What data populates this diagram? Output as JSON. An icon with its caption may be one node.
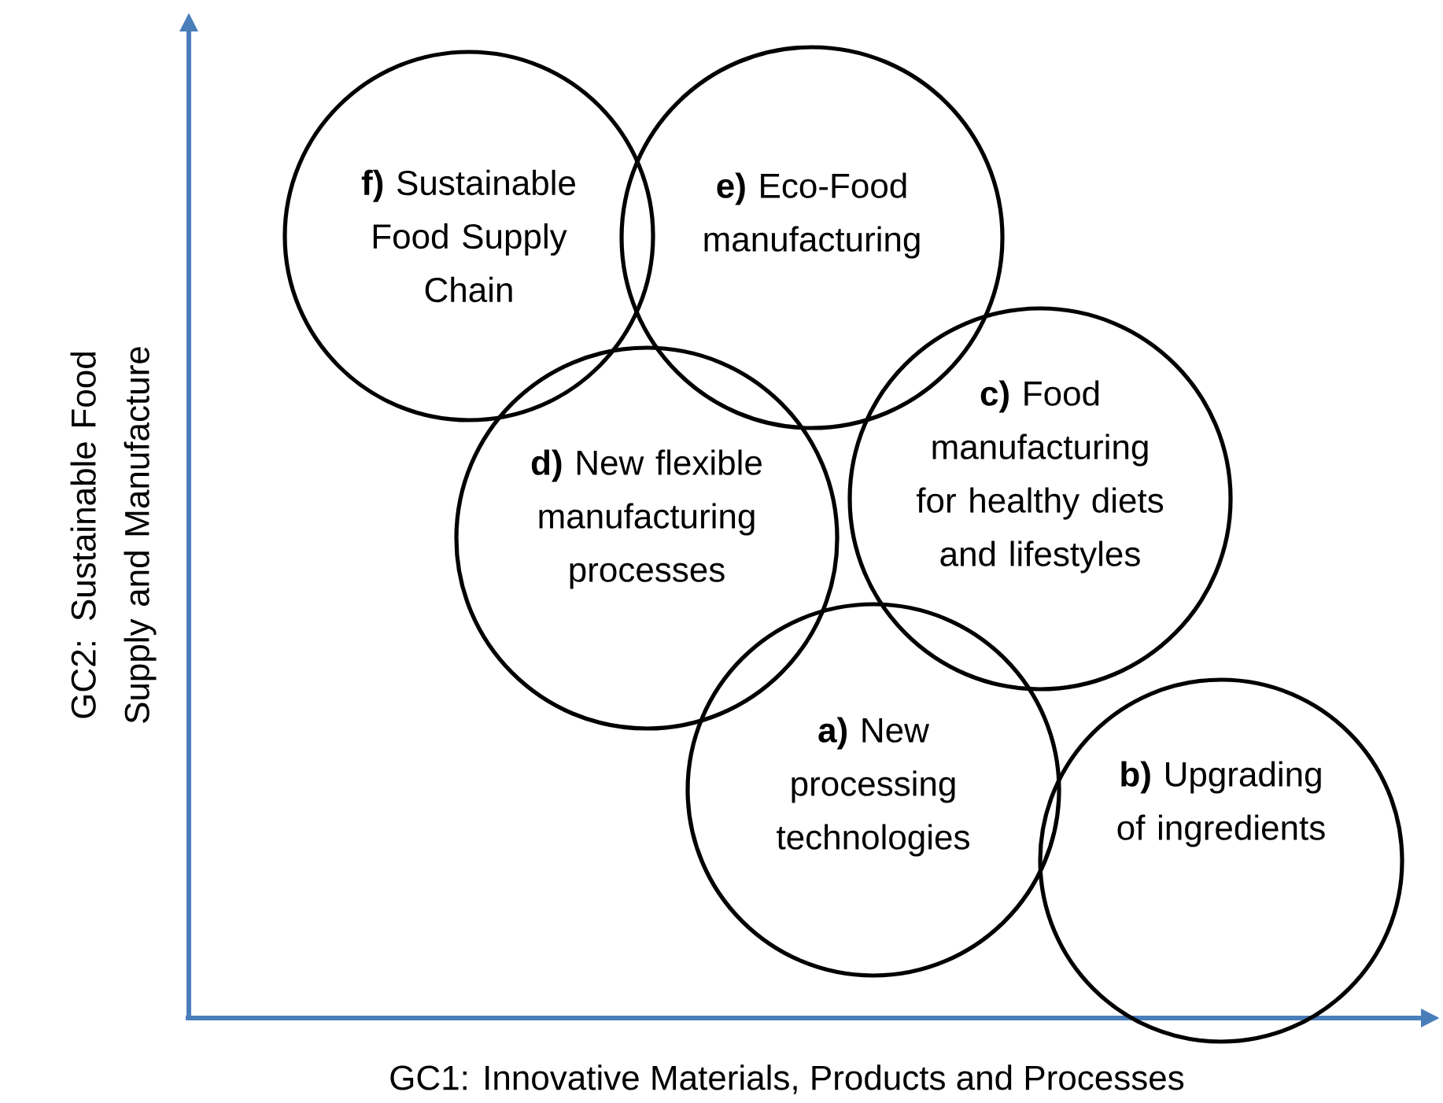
{
  "diagram": {
    "nodes": [
      {
        "text": [
          "**f)** Sustainable Food Supply Chain"
        ]
      },
      {
        "text": [
          "**e)** Eco-Food manufacturing"
        ]
      },
      {
        "text": [
          "**d)** New flexible manufacturing processes"
        ]
      },
      {
        "text": [
          "**c)** Food manufacturing for healthy diets and lifestyles"
        ]
      },
      {
        "text": [
          "**a)** New processing technologies"
        ]
      },
      {
        "text": [
          "**b)** Upgrading of ingredients"
        ]
      }
    ],
    "labels": [
      "GC2: Sustainable Food Supply and Manufacture",
      "GC1: Innovative Materials, Products and Processes"
    ]
  }
}
